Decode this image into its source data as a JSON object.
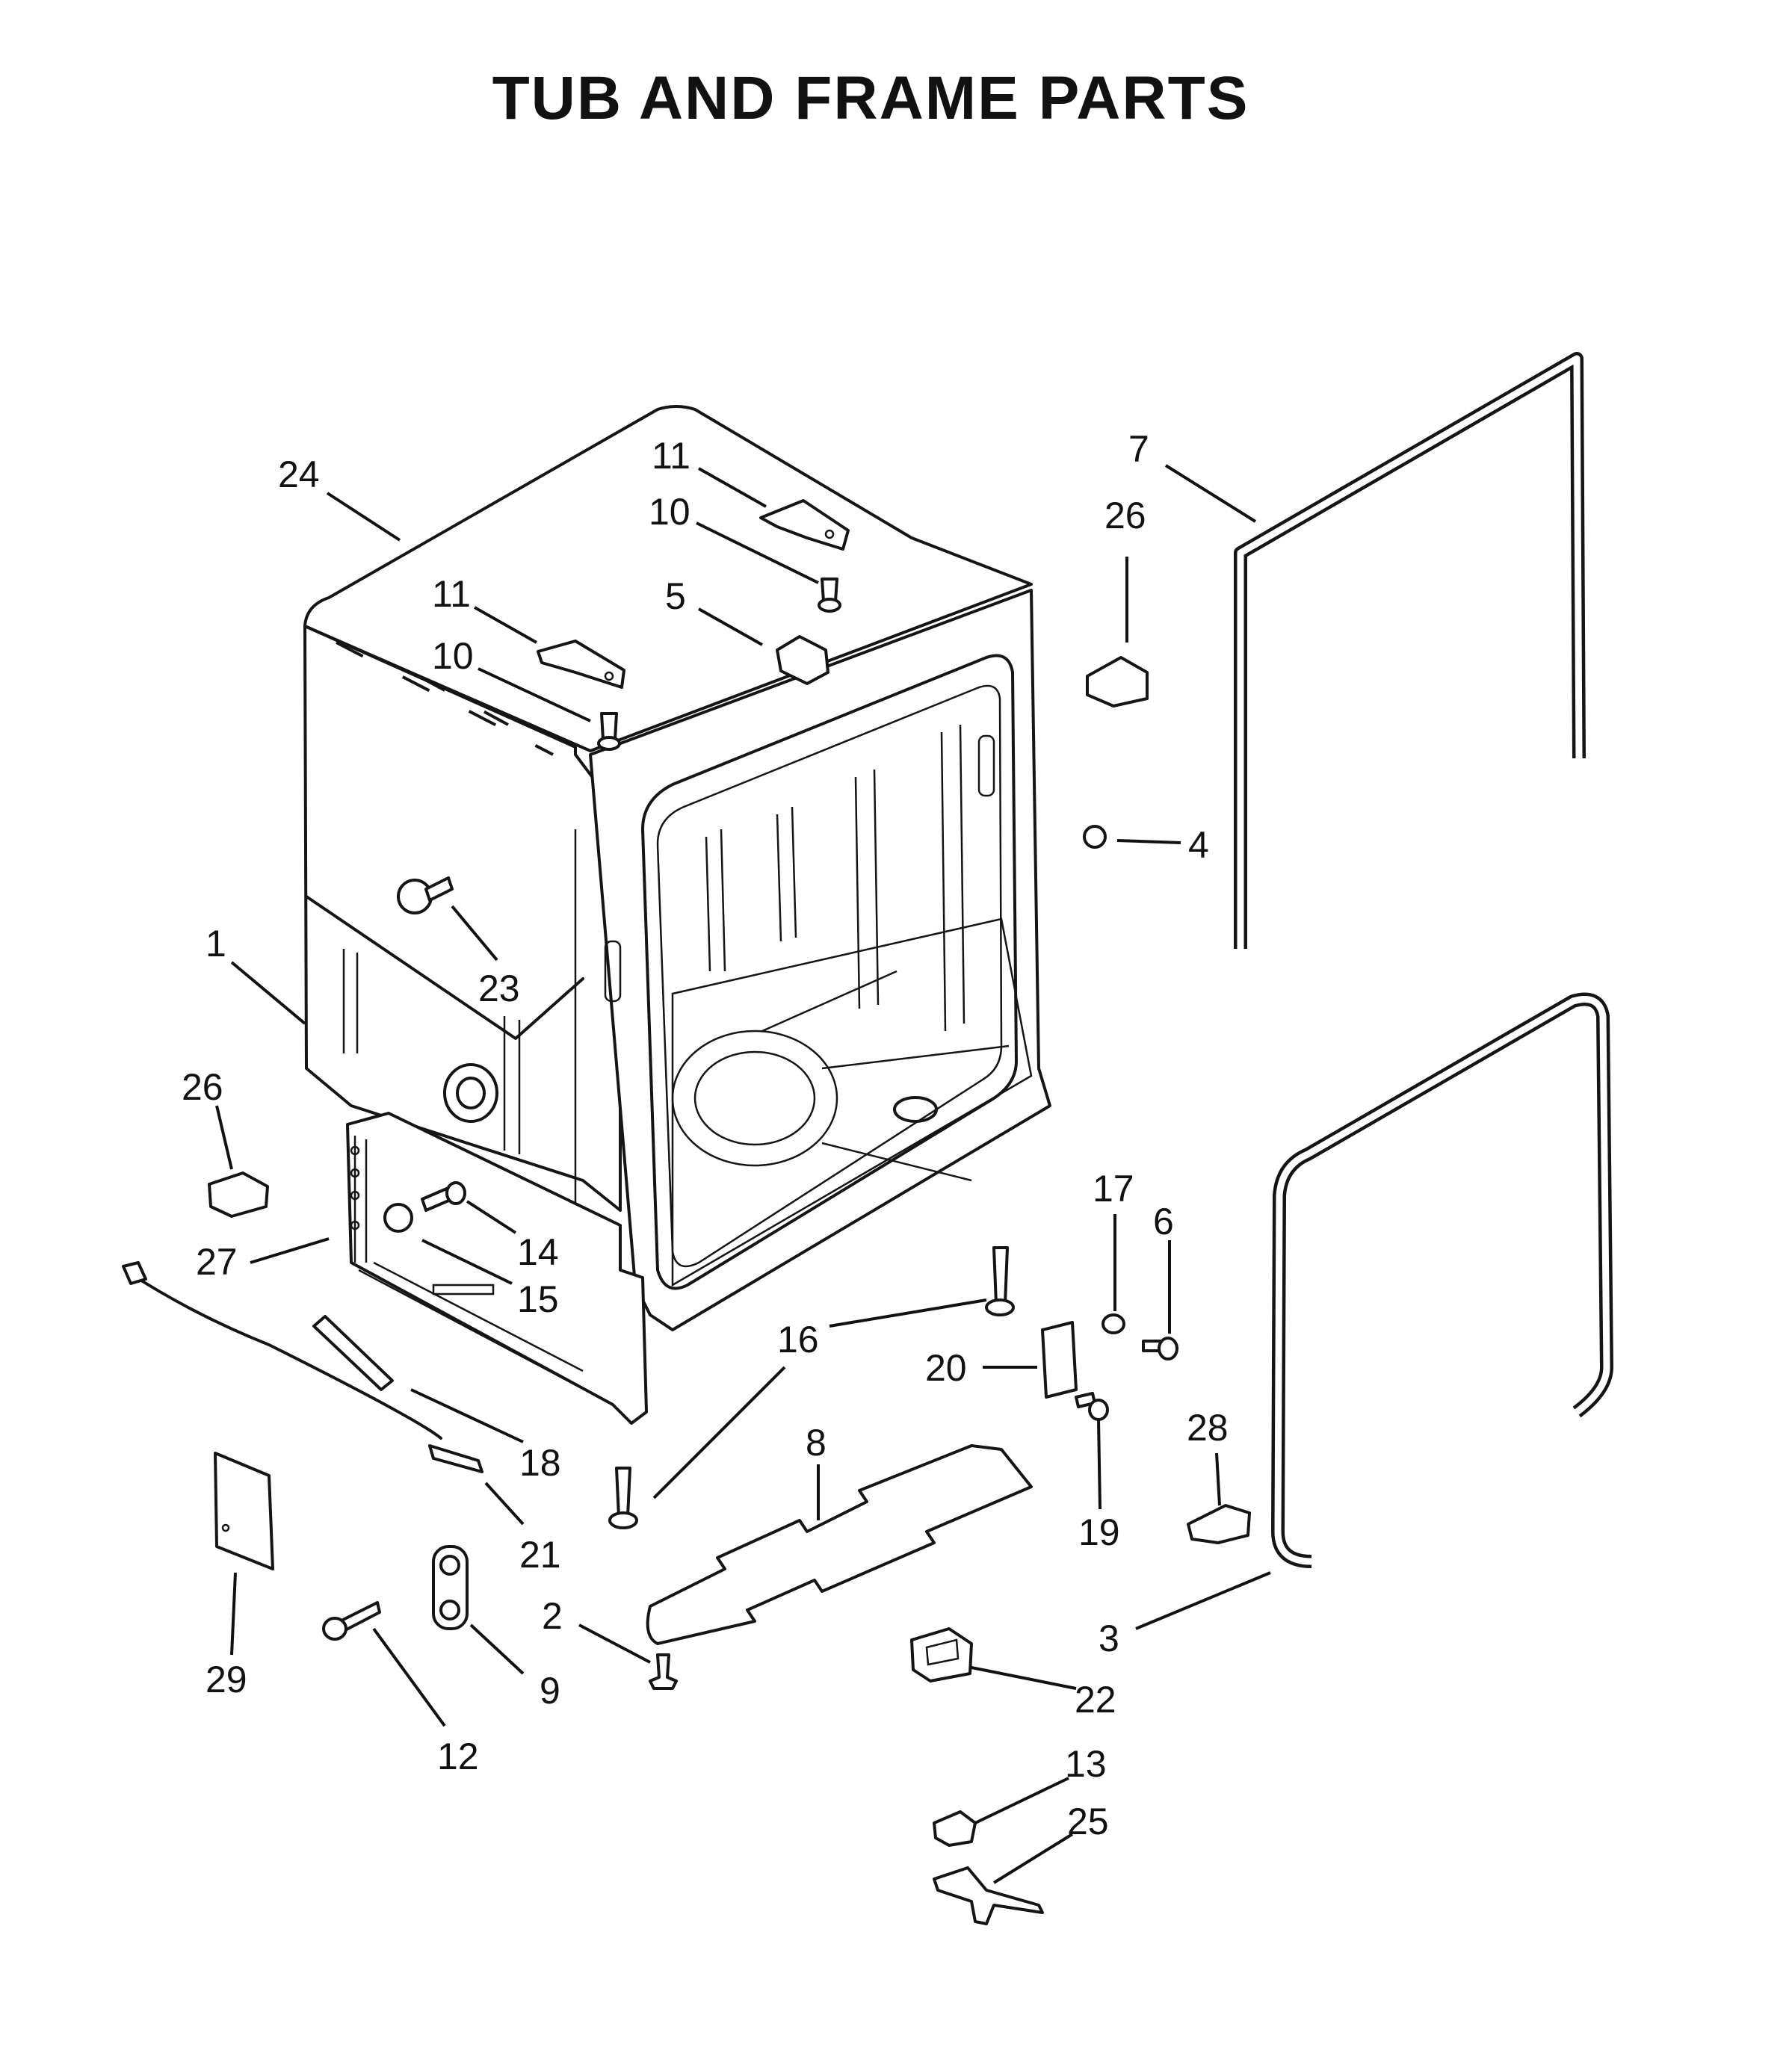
{
  "title": "TUB AND FRAME PARTS",
  "callouts": [
    {
      "id": "c24",
      "label": "24"
    },
    {
      "id": "c11a",
      "label": "11"
    },
    {
      "id": "c10a",
      "label": "10"
    },
    {
      "id": "c11b",
      "label": "11"
    },
    {
      "id": "c10b",
      "label": "10"
    },
    {
      "id": "c5",
      "label": "5"
    },
    {
      "id": "c7",
      "label": "7"
    },
    {
      "id": "c26a",
      "label": "26"
    },
    {
      "id": "c4",
      "label": "4"
    },
    {
      "id": "c1",
      "label": "1"
    },
    {
      "id": "c23",
      "label": "23"
    },
    {
      "id": "c26b",
      "label": "26"
    },
    {
      "id": "c27",
      "label": "27"
    },
    {
      "id": "c14",
      "label": "14"
    },
    {
      "id": "c15",
      "label": "15"
    },
    {
      "id": "c17",
      "label": "17"
    },
    {
      "id": "c6",
      "label": "6"
    },
    {
      "id": "c16",
      "label": "16"
    },
    {
      "id": "c20",
      "label": "20"
    },
    {
      "id": "c18",
      "label": "18"
    },
    {
      "id": "c8",
      "label": "8"
    },
    {
      "id": "c28",
      "label": "28"
    },
    {
      "id": "c19",
      "label": "19"
    },
    {
      "id": "c21",
      "label": "21"
    },
    {
      "id": "c29",
      "label": "29"
    },
    {
      "id": "c2",
      "label": "2"
    },
    {
      "id": "c3",
      "label": "3"
    },
    {
      "id": "c9",
      "label": "9"
    },
    {
      "id": "c22",
      "label": "22"
    },
    {
      "id": "c12",
      "label": "12"
    },
    {
      "id": "c13",
      "label": "13"
    },
    {
      "id": "c25",
      "label": "25"
    }
  ]
}
